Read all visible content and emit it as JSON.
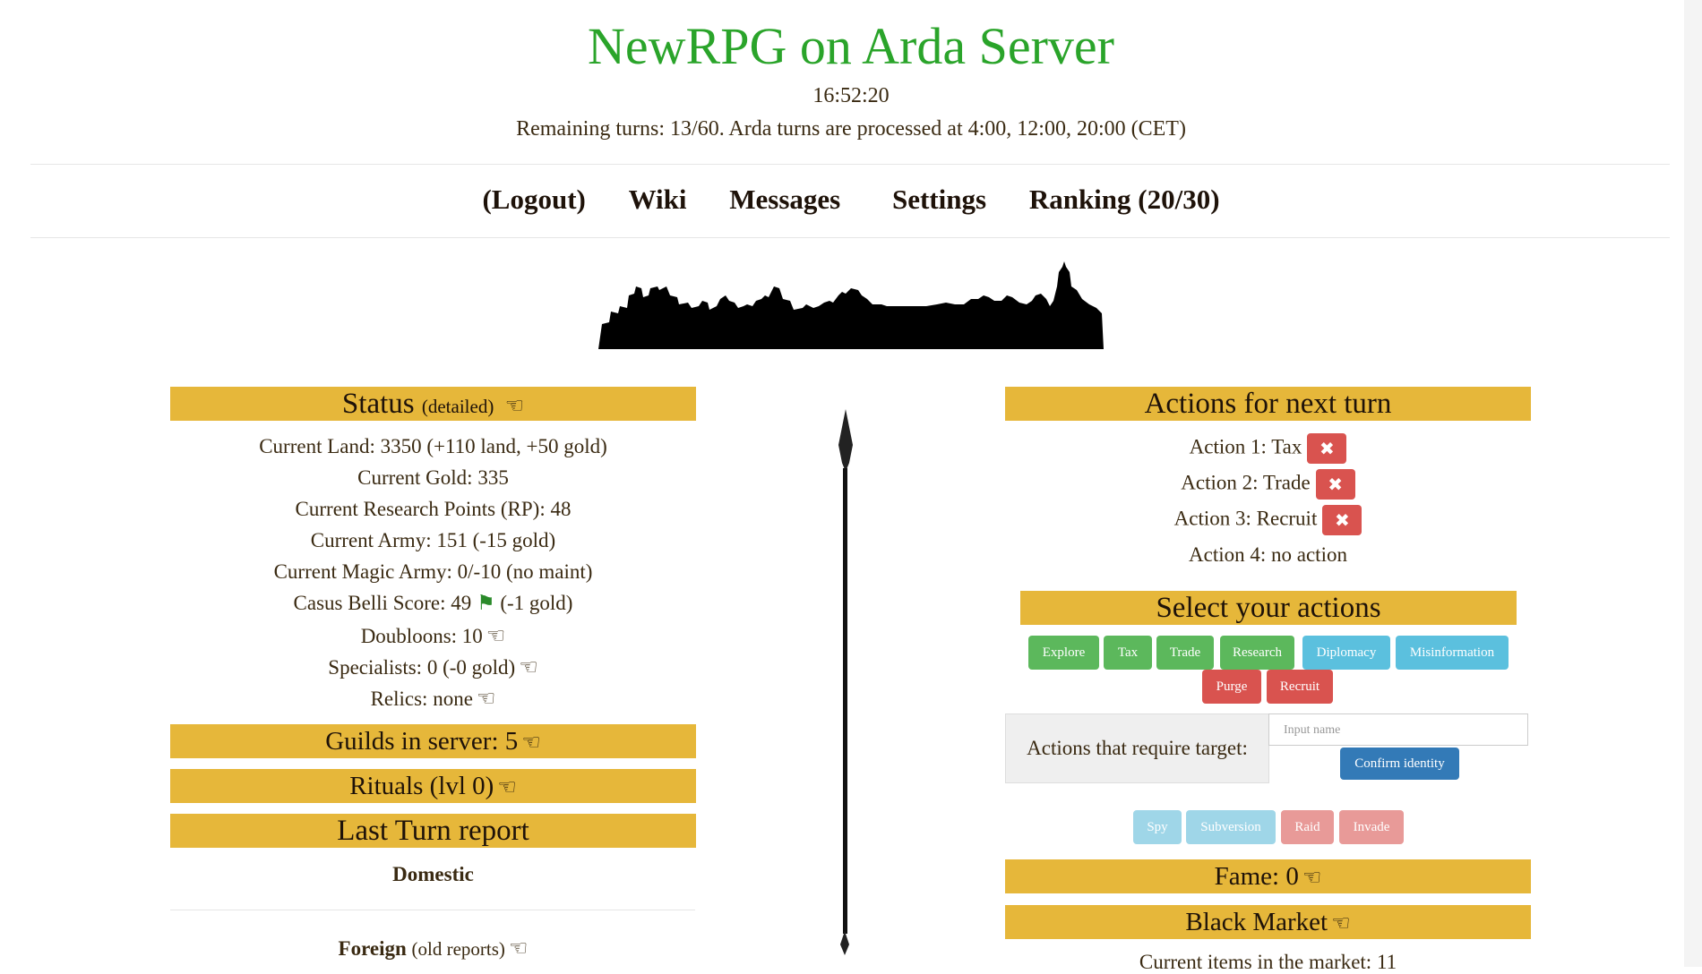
{
  "header": {
    "title": "NewRPG on Arda Server",
    "clock": "16:52:20",
    "turns_info": "Remaining turns: 13/60. Arda turns are processed at 4:00, 12:00, 20:00 (CET)"
  },
  "nav": {
    "logout": "(Logout)",
    "wiki": "Wiki",
    "messages": "Messages",
    "settings": "Settings",
    "ranking": "Ranking (20/30)"
  },
  "status": {
    "title": "Status",
    "detailed": "(detailed)",
    "lines": [
      "Current Land: 3350 (+110 land, +50 gold)",
      "Current Gold: 335",
      "Current Research Points (RP): 48",
      "Current Army: 151 (-15 gold)",
      "Current Magic Army: 0/-10 (no maint)"
    ],
    "casus_label": "Casus Belli Score: 49",
    "casus_suffix": "(-1 gold)",
    "doubloons": "Doubloons: 10",
    "specialists": "Specialists: 0 (-0 gold)",
    "relics": "Relics: none"
  },
  "guilds": {
    "title": "Guilds in server: 5"
  },
  "rituals": {
    "title": "Rituals (lvl 0)"
  },
  "last_turn": {
    "title": "Last Turn report",
    "domestic": "Domestic",
    "foreign": "Foreign",
    "old_reports": "(old reports)"
  },
  "actions": {
    "title": "Actions for next turn",
    "items": [
      "Action 1: Tax",
      "Action 2: Trade",
      "Action 3: Recruit",
      "Action 4: no action"
    ],
    "remove_glyph": "✖"
  },
  "select": {
    "title": "Select your actions",
    "buttons": [
      "Explore",
      "Tax",
      "Trade",
      "Research",
      "Diplomacy",
      "Misinformation",
      "Purge",
      "Recruit"
    ],
    "target_label": "Actions that require target:",
    "target_placeholder": "Input name",
    "confirm": "Confirm identity",
    "target_buttons": [
      "Spy",
      "Subversion",
      "Raid",
      "Invade"
    ]
  },
  "fame": {
    "title": "Fame: 0"
  },
  "black_market": {
    "title": "Black Market",
    "items_line": "Current items in the market: 11"
  },
  "icons": {
    "hand": "pointing-hand-icon",
    "flag": "green-flag-icon",
    "close": "close-icon"
  },
  "colors": {
    "title_green": "#2aa42a",
    "bar_gold": "#e6b73a",
    "btn_green": "#5cb85c",
    "btn_cyan": "#5bc0de",
    "btn_red": "#d9534f",
    "btn_blue": "#337ab7"
  }
}
